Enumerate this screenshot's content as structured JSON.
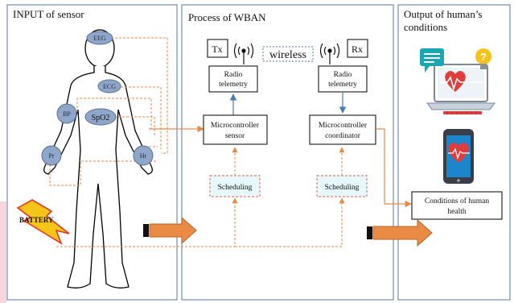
{
  "panels": {
    "input_title": "INPUT of sensor",
    "process_title": "Process of WBAN",
    "output_title_line1": "Output of human’s",
    "output_title_line2": "conditions"
  },
  "sensors": {
    "eeg": "EEG",
    "ecg": "ECG",
    "bp": "BP",
    "spo2": "SpO2",
    "pr": "Pr",
    "hr": "Hr"
  },
  "battery": "BATTERY",
  "process": {
    "tx": "Tx",
    "rx": "Rx",
    "wireless": "wireless",
    "radio_tx_line1": "Radio",
    "radio_tx_line2": "telemetry",
    "radio_rx_line1": "Radio",
    "radio_rx_line2": "telemetry",
    "mc_sensor_line1": "Microcontroller",
    "mc_sensor_line2": "sensor",
    "mc_coord_line1": "Microcontroller",
    "mc_coord_line2": "coordinator",
    "scheduling_left": "Scheduling",
    "scheduling_right": "Scheduling"
  },
  "output": {
    "conditions_line1": "Conditions of human",
    "conditions_line2": "health"
  },
  "colors": {
    "panel_border": "#6f8fb3",
    "sensor_fill": "#8fa6c9",
    "arrow_orange": "#e98a45",
    "scheduling_fill": "#e6f8fb",
    "battery_yellow": "#f5c518",
    "heart_red": "#e23b3b"
  },
  "icons": [
    "antenna-icon",
    "laptop-heart-icon",
    "lightbulb-icon",
    "chat-bubble-icon",
    "phone-heart-icon",
    "battery-bolt-icon"
  ]
}
